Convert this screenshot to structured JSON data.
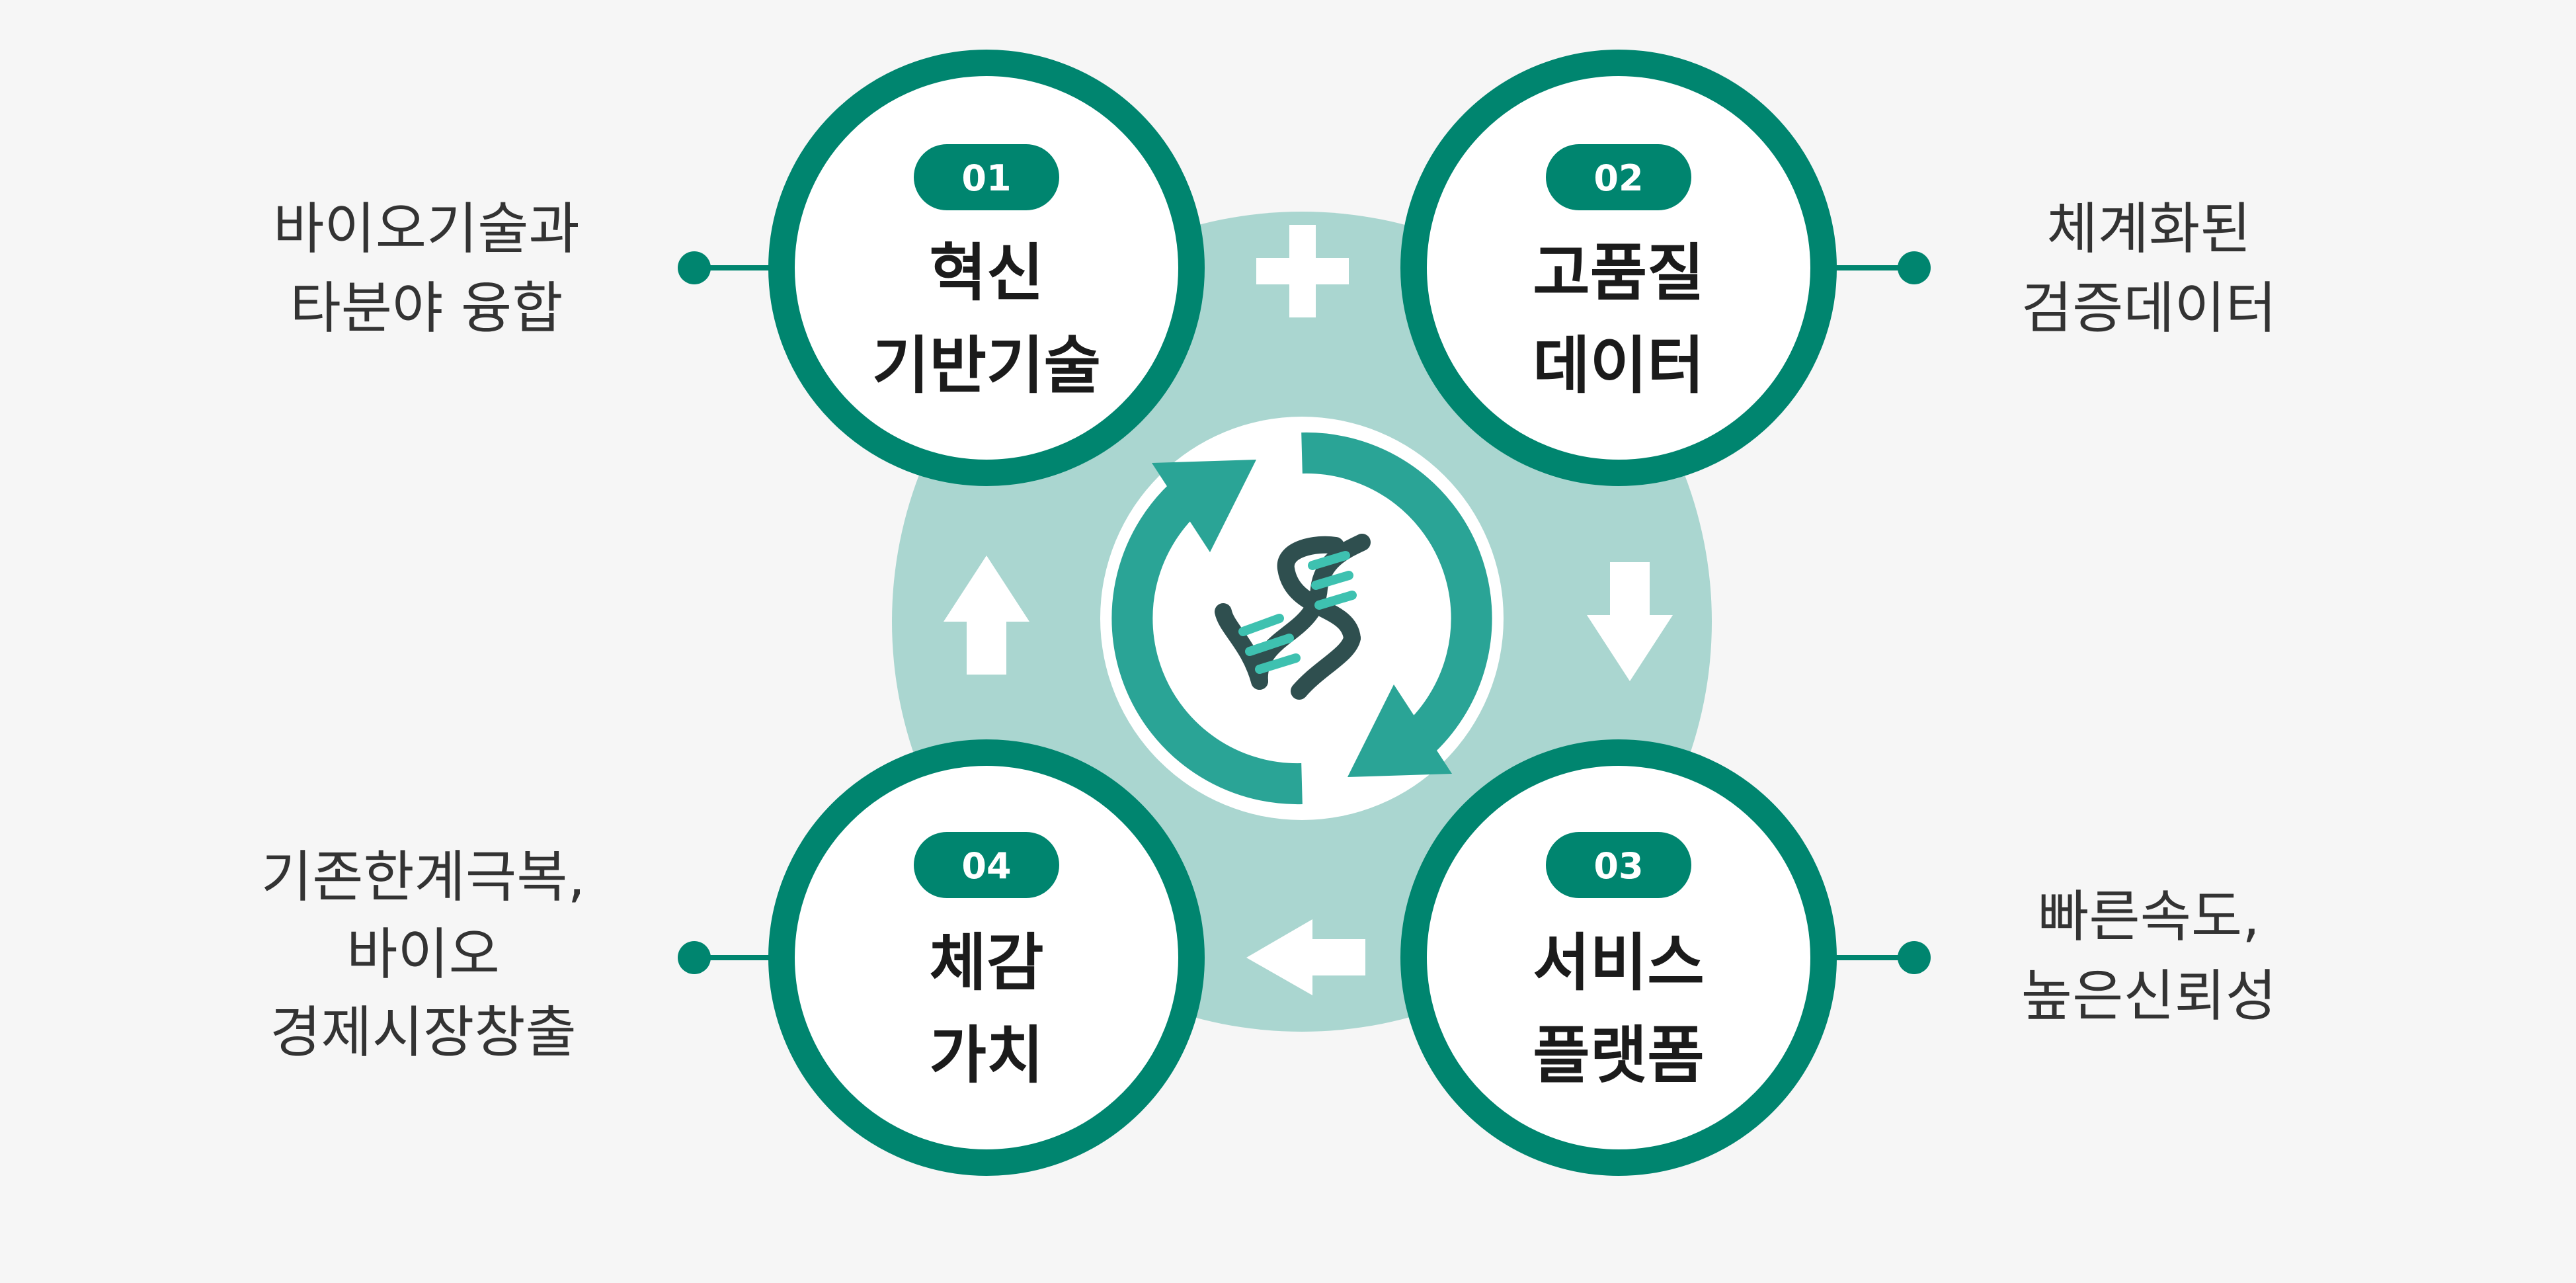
{
  "colors": {
    "background": "#f6f6f6",
    "primary": "#00856f",
    "center_disc": "#aad6d0",
    "center_ring": "#2aa496",
    "arrow_fill": "#ffffff",
    "dna_dark": "#2f4f4f",
    "dna_light": "#3ec1b0"
  },
  "center": {
    "icon": "dna-cycle-icon"
  },
  "connectors": {
    "plus_icon": "plus-icon",
    "down_icon": "arrow-down-icon",
    "left_icon": "arrow-left-icon",
    "up_icon": "arrow-up-icon"
  },
  "nodes": [
    {
      "badge": "01",
      "line1": "혁신",
      "line2": "기반기술"
    },
    {
      "badge": "02",
      "line1": "고품질",
      "line2": "데이터"
    },
    {
      "badge": "03",
      "line1": "서비스",
      "line2": "플랫폼"
    },
    {
      "badge": "04",
      "line1": "체감",
      "line2": "가치"
    }
  ],
  "descriptions": {
    "top_left": {
      "line1": "바이오기술과",
      "line2": "타분야 융합"
    },
    "top_right": {
      "line1": "체계화된",
      "line2": "검증데이터"
    },
    "bottom_right": {
      "line1": "빠른속도,",
      "line2": "높은신뢰성"
    },
    "bottom_left": {
      "line1": "기존한계극복,",
      "line2": "바이오",
      "line3": "경제시장창출"
    }
  }
}
